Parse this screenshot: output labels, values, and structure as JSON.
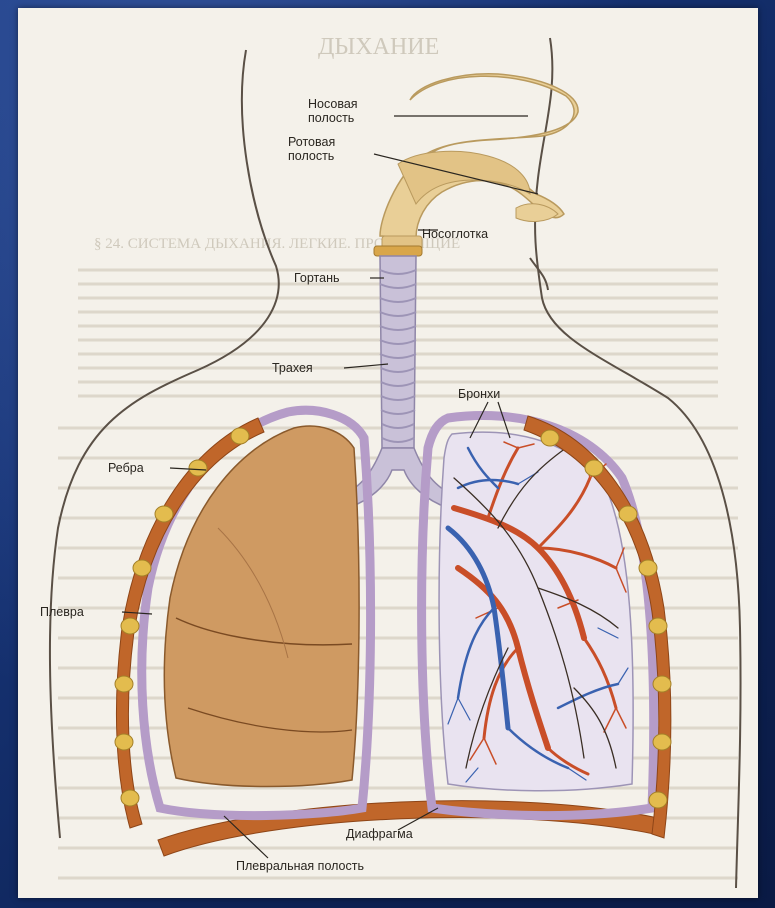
{
  "figure": {
    "faint_heading": "ДЫХАНИЕ",
    "faint_section": "§ 24. СИСТЕМА ДЫХАНИЯ. ЛЕГКИЕ. ПРОВОДЯЩИЕ",
    "labels": {
      "nasal_line1": "Носовая",
      "nasal_line2": "полость",
      "oral_line1": "Ротовая",
      "oral_line2": "полость",
      "nasopharynx": "Носоглотка",
      "larynx": "Гортань",
      "trachea": "Трахея",
      "bronchi": "Бронхи",
      "ribs": "Ребра",
      "pleura": "Плевра",
      "diaphragm": "Диафрагма",
      "pleural_cavity": "Плевральная полость"
    }
  },
  "colors": {
    "background": "#173476",
    "paper": "#f4f1ea",
    "airway": "#e9cf97",
    "trachea": "#c9c1d8",
    "lung": "#cf9a62",
    "pleura": "#b59cc8",
    "rib": "#c0662a",
    "artery": "#c94e28",
    "vein": "#3a62b0"
  }
}
